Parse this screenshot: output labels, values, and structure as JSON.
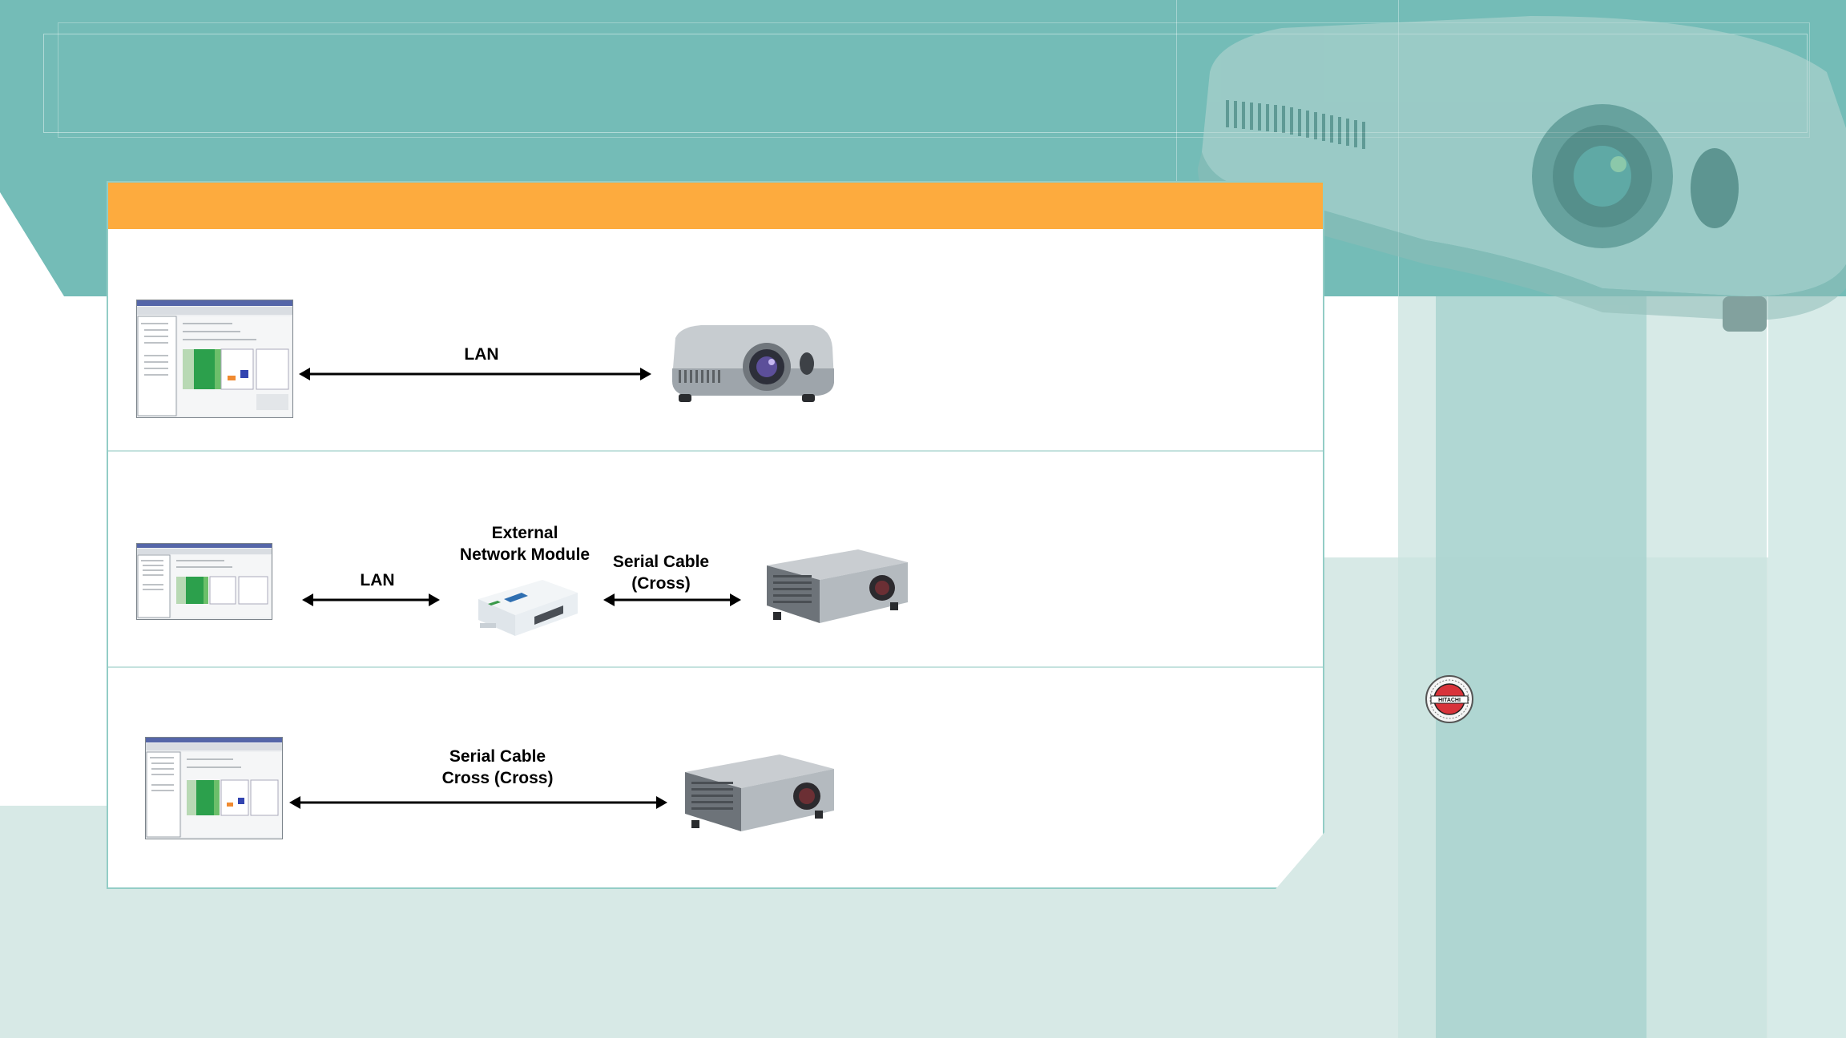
{
  "diagram": {
    "rows": [
      {
        "connections": [
          {
            "label_lines": [
              "LAN"
            ]
          }
        ]
      },
      {
        "module_label_lines": [
          "External",
          "Network Module"
        ],
        "connections": [
          {
            "label_lines": [
              "LAN"
            ]
          },
          {
            "label_lines": [
              "Serial Cable",
              "(Cross)"
            ]
          }
        ]
      },
      {
        "connections": [
          {
            "label_lines": [
              "Serial Cable",
              "Cross (Cross)"
            ]
          }
        ]
      }
    ]
  },
  "badge": {
    "text": "HITACHI"
  },
  "colors": {
    "teal_band": "#74bcb7",
    "orange_header": "#fdab3e",
    "pale_teal": "#d7e9e6",
    "column_teal": "#a9d4cf",
    "software_green": "#2ca04c",
    "projector_silver": "#c7ccd0",
    "projector_dark": "#5b6064",
    "badge_red": "#d8333a"
  },
  "icons": {
    "computer_software": "pc-software-screenshot-icon",
    "projector": "projector-icon",
    "module": "network-module-icon",
    "arrow": "double-headed-arrow-icon",
    "badge": "hitachi-certified-badge-icon"
  }
}
